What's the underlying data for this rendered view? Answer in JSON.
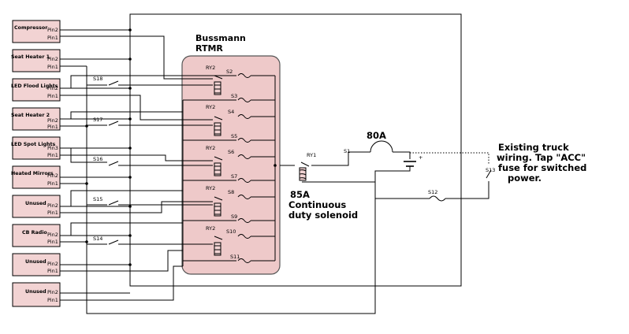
{
  "title": {
    "line1": "Bussmann",
    "line2": "RTMR"
  },
  "devices": [
    {
      "label": "Compressor",
      "pins": [
        "Pin2",
        "Pin1"
      ]
    },
    {
      "label": "Seat Heater 1",
      "pins": [
        "Pin2",
        "Pin1"
      ]
    },
    {
      "label": "LED Flood Lights",
      "pins": [
        "Pin2",
        "Pin1"
      ]
    },
    {
      "label": "Seat Heater 2",
      "pins": [
        "Pin2",
        "Pin1"
      ]
    },
    {
      "label": "LED Spot Lights",
      "pins": [
        "Pin3",
        "Pin1"
      ]
    },
    {
      "label": "Heated Mirrors",
      "pins": [
        "Pin2",
        "Pin1"
      ]
    },
    {
      "label": "Unused",
      "pins": [
        "Pin2",
        "Pin1"
      ]
    },
    {
      "label": "CB Radio",
      "pins": [
        "Pin2",
        "Pin1"
      ]
    },
    {
      "label": "Unused",
      "pins": [
        "Pin2",
        "Pin1"
      ]
    },
    {
      "label": "Unused",
      "pins": [
        "Pin2",
        "Pin1"
      ]
    }
  ],
  "switches": [
    "S18",
    "S17",
    "S16",
    "S15",
    "S14"
  ],
  "relays": [
    "RY2",
    "RY2",
    "RY2",
    "RY2",
    "RY2"
  ],
  "fuses": [
    "S2",
    "S3",
    "S4",
    "S5",
    "S6",
    "S7",
    "S8",
    "S9",
    "S10",
    "S11"
  ],
  "main_relay": "RY1",
  "fuse_80a": "80A",
  "switch_s1": "S1",
  "switch_s12": "S12",
  "switch_s13": "S13",
  "battery_plus": "+",
  "solenoid_label": {
    "line1": "85A",
    "line2": "Continuous",
    "line3": "duty solenoid"
  },
  "note": {
    "line1": "Existing truck",
    "line2": "wiring. Tap \"ACC\"",
    "line3": "fuse for switched",
    "line4": "power."
  }
}
